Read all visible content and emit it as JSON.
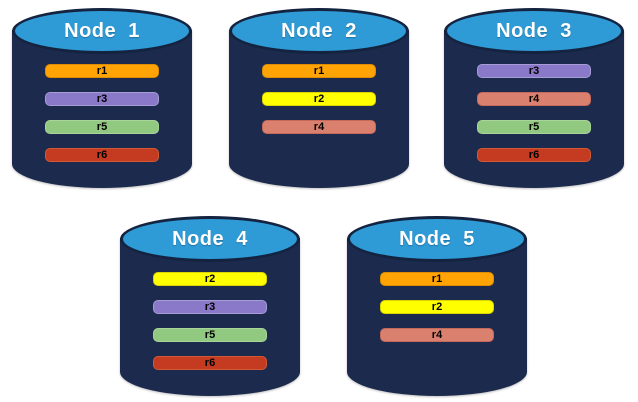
{
  "diagram": {
    "description": "Five database nodes with replica placement",
    "colors": {
      "background": "#ffffff",
      "body": "#1b2a4d",
      "top": "#2e9ad6",
      "outline": "#14233f",
      "title_text": "#ffffff",
      "bar_text": "#000000"
    },
    "replica_colors": {
      "r1": {
        "fill": "#ffa404",
        "border": "#de8d02"
      },
      "r2": {
        "fill": "#ffff00",
        "border": "#dbd500"
      },
      "r3": {
        "fill": "#8979c8",
        "border": "#a79dd6"
      },
      "r4": {
        "fill": "#d9806f",
        "border": "#c4695b"
      },
      "r5": {
        "fill": "#92c981",
        "border": "#a9d59b"
      },
      "r6": {
        "fill": "#c53b22",
        "border": "#d05a33"
      }
    },
    "nodes": [
      {
        "label": "Node  1",
        "replicas": [
          "r1",
          "r3",
          "r5",
          "r6"
        ]
      },
      {
        "label": "Node  2",
        "replicas": [
          "r1",
          "r2",
          "r4"
        ]
      },
      {
        "label": "Node  3",
        "replicas": [
          "r3",
          "r4",
          "r5",
          "r6"
        ]
      },
      {
        "label": "Node  4",
        "replicas": [
          "r2",
          "r3",
          "r5",
          "r6"
        ]
      },
      {
        "label": "Node  5",
        "replicas": [
          "r1",
          "r2",
          "r4"
        ]
      }
    ]
  }
}
